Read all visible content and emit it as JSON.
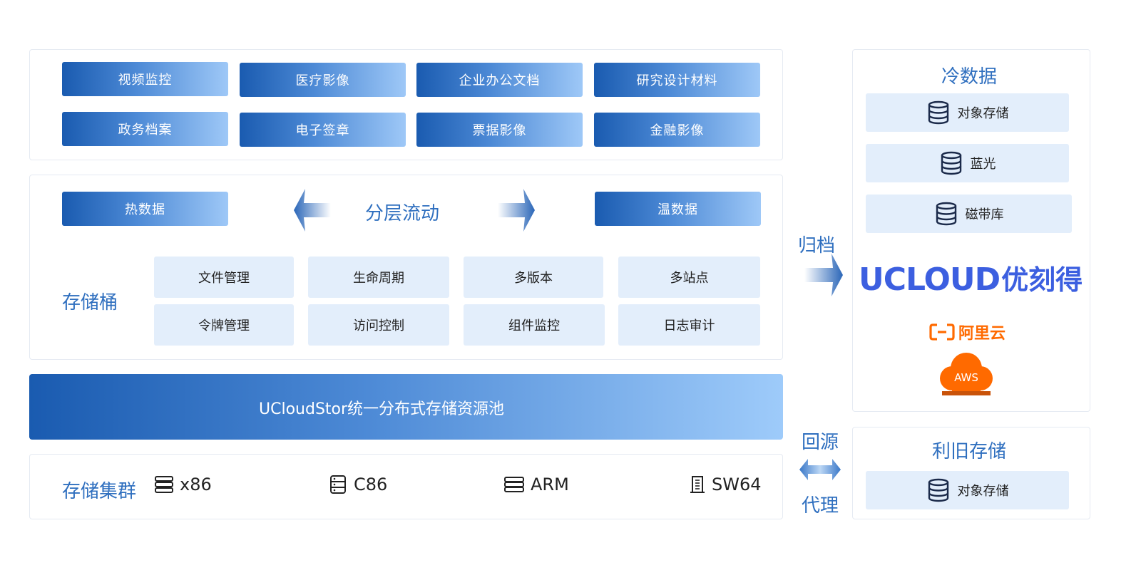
{
  "top_tags": {
    "row1": [
      "视频监控",
      "医疗影像",
      "企业办公文档",
      "研究设计材料"
    ],
    "row2": [
      "政务档案",
      "电子签章",
      "票据影像",
      "金融影像"
    ]
  },
  "tiering": {
    "hot": "热数据",
    "flow": "分层流动",
    "warm": "温数据"
  },
  "bucket": {
    "label": "存储桶",
    "features_row1": [
      "文件管理",
      "生命周期",
      "多版本",
      "多站点"
    ],
    "features_row2": [
      "令牌管理",
      "访问控制",
      "组件监控",
      "日志审计"
    ]
  },
  "pool": {
    "label": "UCloudStor统一分布式存储资源池"
  },
  "cluster": {
    "label": "存储集群",
    "items": [
      "x86",
      "C86",
      "ARM",
      "SW64"
    ]
  },
  "archive_label": "归档",
  "cold": {
    "title": "冷数据",
    "items": [
      "对象存储",
      "蓝光",
      "磁带库"
    ]
  },
  "vendors": {
    "ucloud_latin": "UCLOUD",
    "ucloud_cn": "优刻得",
    "aliyun": "阿里云",
    "aws": "AWS"
  },
  "proxy": {
    "top": "回源",
    "bottom": "代理"
  },
  "reuse": {
    "title": "利旧存储",
    "item": "对象存储"
  },
  "colors": {
    "brand_blue": "#2f6fbf",
    "gradient_start": "#1a5bb0",
    "gradient_end": "#9ec8f7",
    "feature_bg": "#e3eefb",
    "ucloud_blue": "#3c5fe0",
    "aliyun_orange": "#ff6a00"
  }
}
